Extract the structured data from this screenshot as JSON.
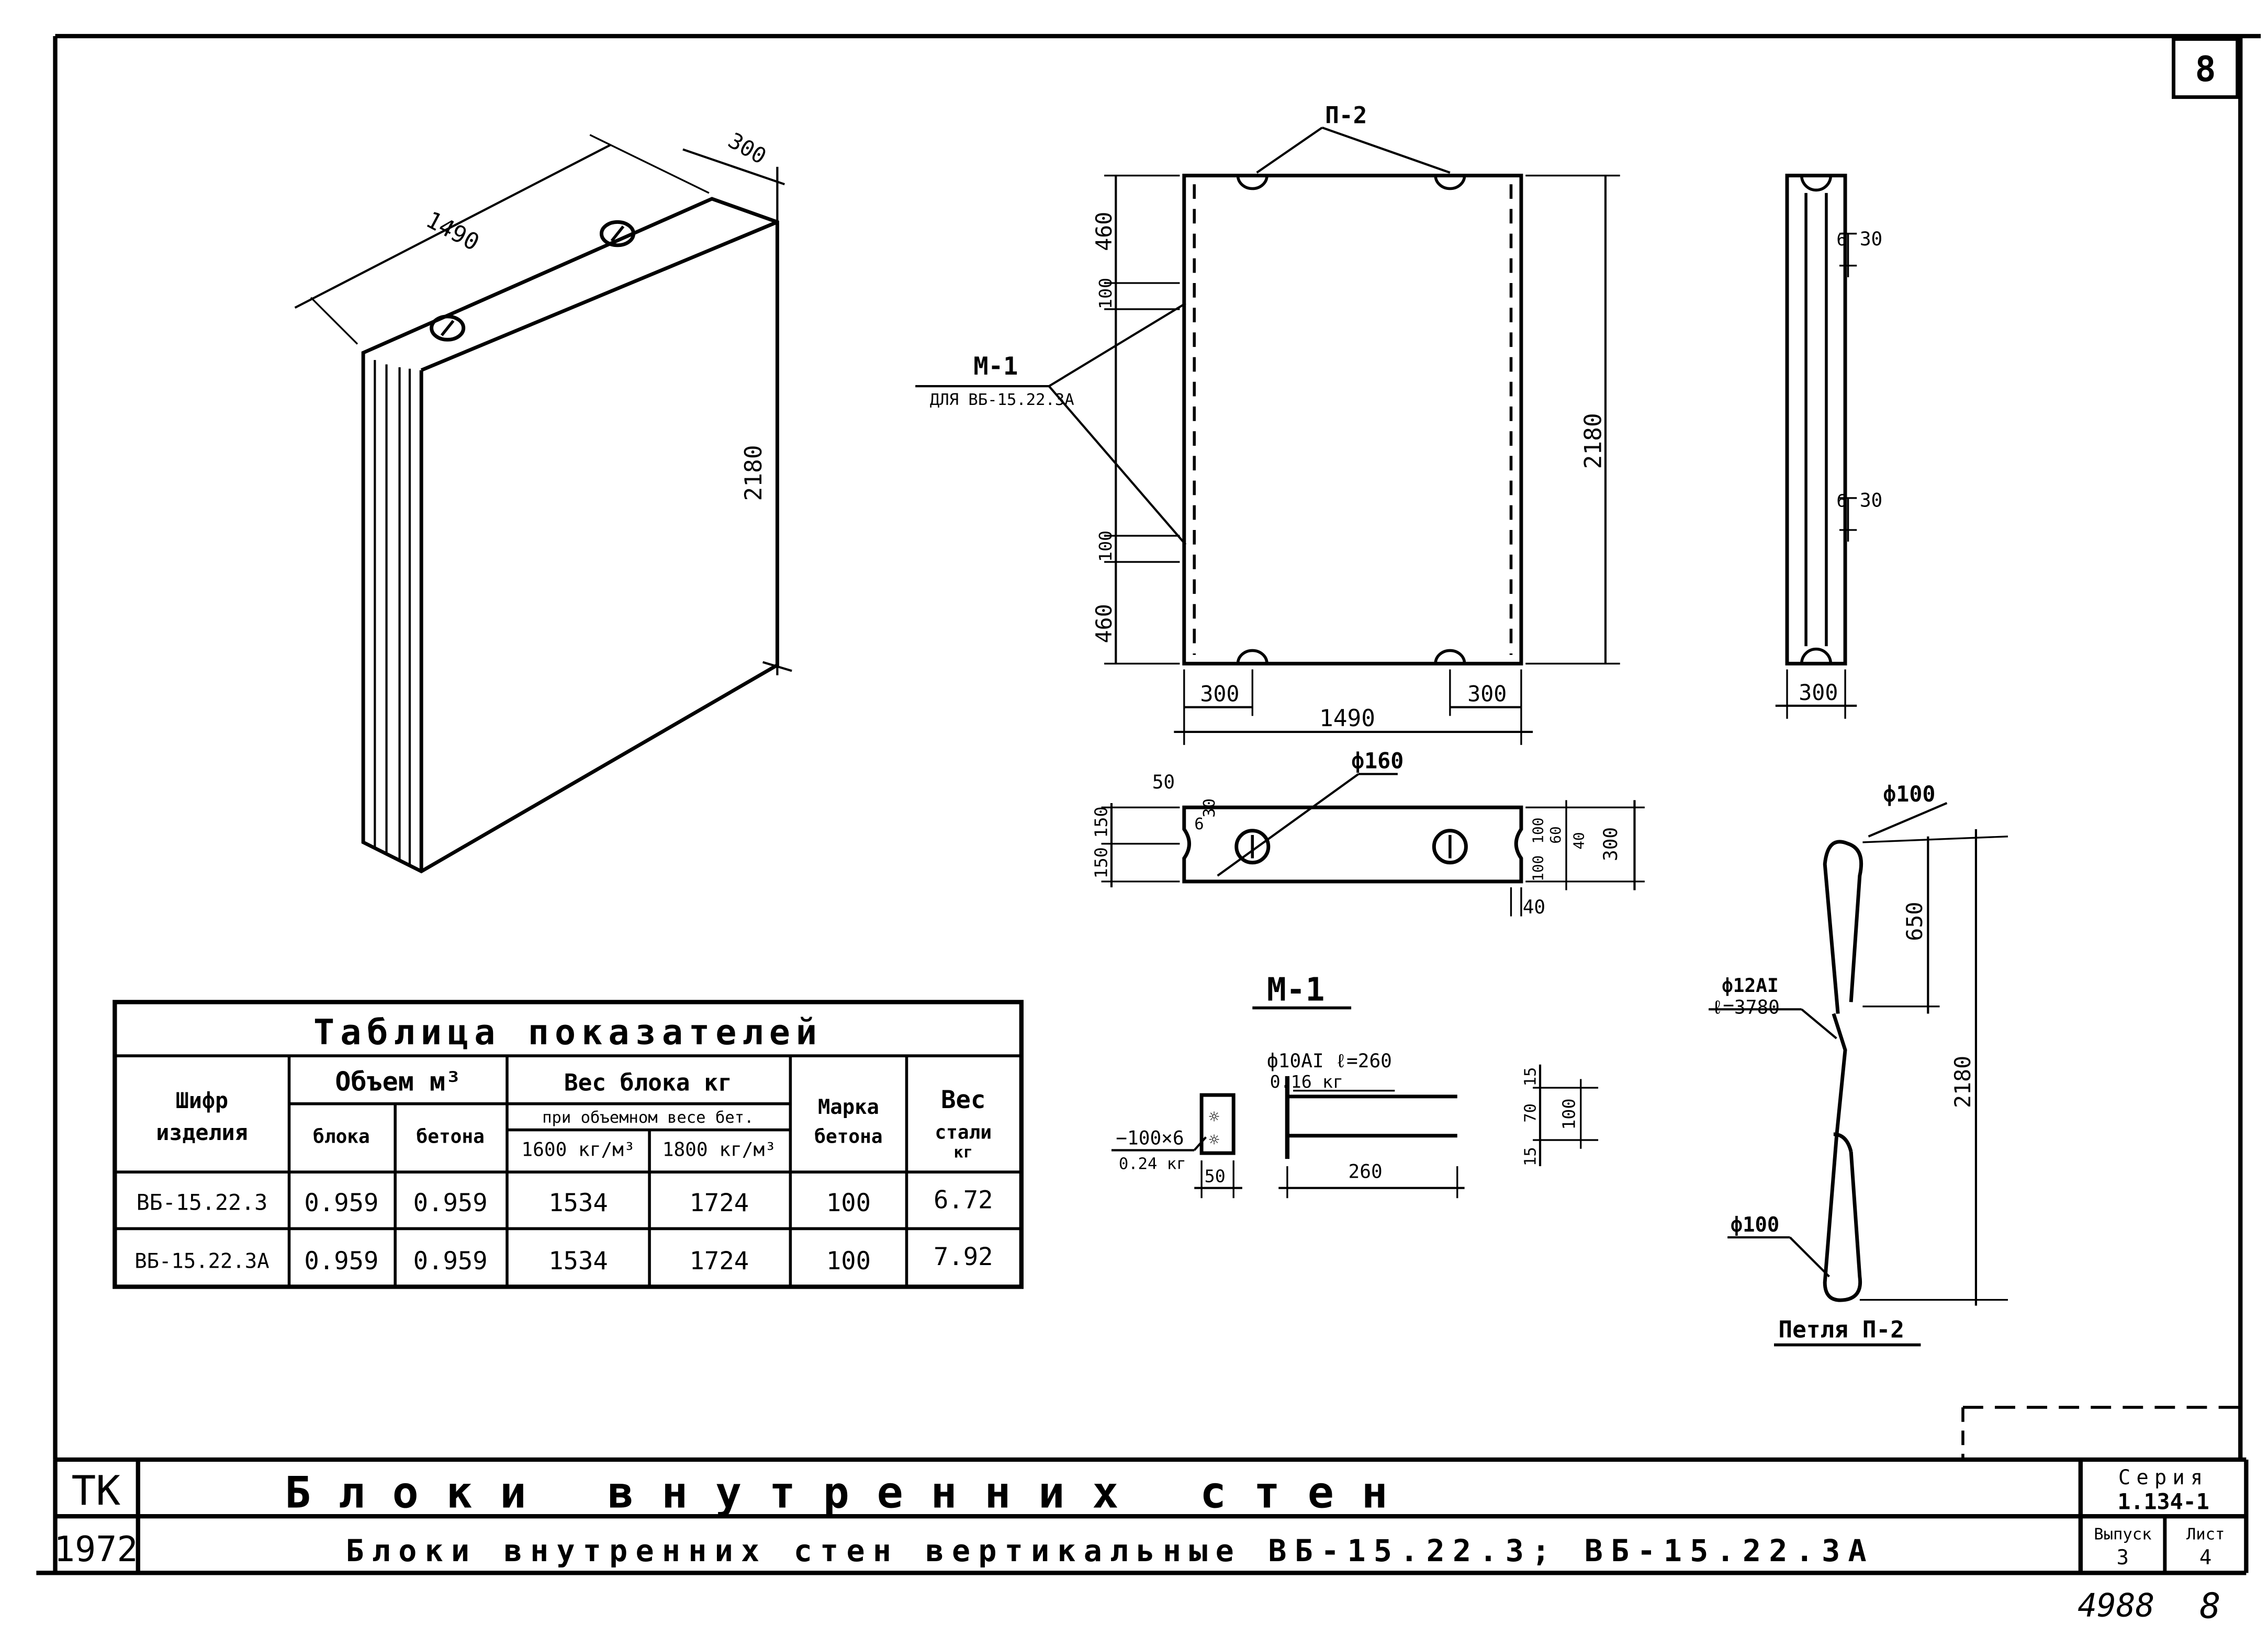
{
  "sheet_number": "8",
  "iso_view": {
    "length": "1490",
    "thickness": "300",
    "height": "2180"
  },
  "front_view": {
    "loop_label": "П-2",
    "insert_label": "М-1",
    "insert_note": "ДЛЯ ВБ-15.22.3А",
    "dim_top_460": "460",
    "dim_top_100": "100",
    "dim_bottom_100": "100",
    "dim_bottom_460": "460",
    "height": "2180",
    "loop_offset_left": "300",
    "loop_offset_right": "300",
    "width": "1490"
  },
  "side_view": {
    "dim_6_top": "6",
    "dim_30_top": "30",
    "dim_6_bottom": "6",
    "dim_30_bottom": "30",
    "width": "300"
  },
  "plan_view": {
    "hole_diameter": "ф160",
    "dim_50": "50",
    "dim_groove": "6",
    "dim_30": "30",
    "dim_150a": "150",
    "dim_150b": "150",
    "dim_right_a": "100",
    "dim_right_b": "60",
    "dim_right_c": "40",
    "dim_right_d": "100",
    "dim_300": "300",
    "dim_40": "40"
  },
  "insert_m1": {
    "title": "М-1",
    "rod_spec": "ф10АI ℓ=260",
    "rod_weight": "0.16 кг",
    "plate_spec": "−100×6",
    "plate_weight": "0.24 кг",
    "plate_width": "50",
    "rod_length": "260",
    "dim_15a": "15",
    "dim_70": "70",
    "dim_100": "100",
    "dim_15b": "15"
  },
  "loop_p2": {
    "title": "Петля П-2",
    "bend_top": "ф100",
    "bend_bottom": "ф100",
    "bar_spec": "ф12АI",
    "bar_length": "ℓ=3780",
    "dim_650": "650",
    "dim_2180": "2180"
  },
  "table": {
    "title": "Таблица показателей",
    "h_code": [
      "Шифр",
      "изделия"
    ],
    "h_volume": "Объем м³",
    "h_volume_block": "блока",
    "h_volume_concrete": "бетона",
    "h_weight": "Вес блока кг",
    "h_weight_sub": "при объемном весе бет.",
    "h_weight_1600": "1600 кг/м³",
    "h_weight_1800": "1800 кг/м³",
    "h_grade": [
      "Марка",
      "бетона"
    ],
    "h_steel": [
      "Вес",
      "стали",
      "кг"
    ],
    "rows": [
      [
        "ВБ-15.22.3",
        "0.959",
        "0.959",
        "1534",
        "1724",
        "100",
        "6.72"
      ],
      [
        "ВБ-15.22.3А",
        "0.959",
        "0.959",
        "1534",
        "1724",
        "100",
        "7.92"
      ]
    ]
  },
  "title_block": {
    "org": "ТК",
    "year": "1972",
    "title_1": "Блоки внутренних стен",
    "title_2": "Блоки внутренних стен вертикальные ВБ-15.22.3; ВБ-15.22.3А",
    "series_label": "Серия",
    "series_value": "1.134-1",
    "issue_label": "Выпуск",
    "issue_value": "3",
    "sheet_label": "Лист",
    "sheet_value": "4"
  },
  "archive_number": "4988",
  "archive_sheet": "8"
}
